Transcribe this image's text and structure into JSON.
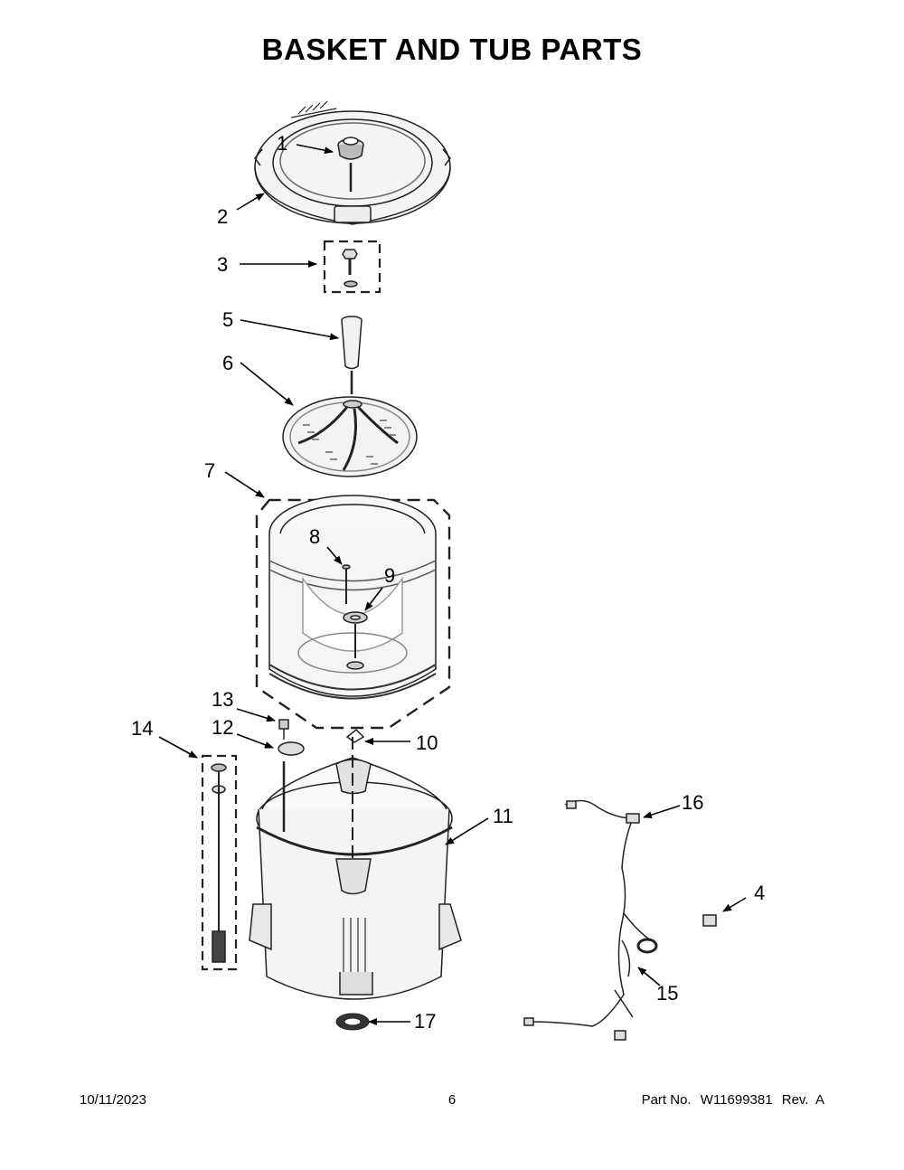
{
  "title": "BASKET AND TUB PARTS",
  "callouts": {
    "c1": "1",
    "c2": "2",
    "c3": "3",
    "c4": "4",
    "c5": "5",
    "c6": "6",
    "c7": "7",
    "c8": "8",
    "c9": "9",
    "c10": "10",
    "c11": "11",
    "c12": "12",
    "c13": "13",
    "c14": "14",
    "c15": "15",
    "c16": "16",
    "c17": "17"
  },
  "footer": {
    "date": "10/11/2023",
    "page": "6",
    "part_label": "Part No.",
    "part_number": "W11699381",
    "rev": "Rev.  A"
  }
}
